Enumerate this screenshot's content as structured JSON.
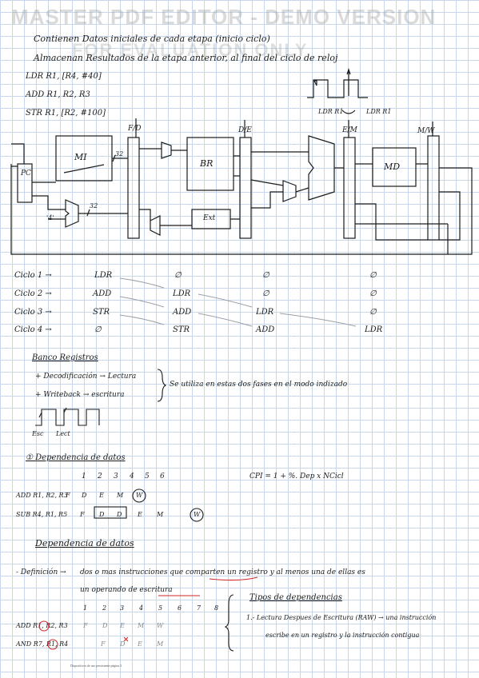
{
  "watermark": {
    "line1": "MASTER PDF EDITOR - DEMO VERSION",
    "line2": "FOR EVALUATION ONLY"
  },
  "header": {
    "line1": "Contienen Datos iniciales de cada etapa (inicio ciclo)",
    "line2": "Almacenan Resultados de la etapa anterior, al final del ciclo de reloj"
  },
  "code": [
    "LDR R1, [R4, #40]",
    "ADD R1, R2, R3",
    "STR R1, [R2, #100]"
  ],
  "clock": {
    "left": "LDR R1",
    "right": "LDR R1"
  },
  "pipeline": {
    "stages": [
      "F/D",
      "D/E",
      "E/M",
      "M/W"
    ],
    "blocks": [
      "MI",
      "BR",
      "MD",
      "Ext",
      "PC"
    ],
    "const4": "'4'",
    "width1": "32",
    "width2": "32"
  },
  "cycles": [
    {
      "label": "Ciclo 1 →",
      "cols": [
        "LDR",
        "∅",
        "∅",
        "∅"
      ]
    },
    {
      "label": "Ciclo 2 →",
      "cols": [
        "ADD",
        "LDR",
        "∅",
        "∅"
      ]
    },
    {
      "label": "Ciclo 3 →",
      "cols": [
        "STR",
        "ADD",
        "LDR",
        "∅"
      ]
    },
    {
      "label": "Ciclo 4 →",
      "cols": [
        "∅",
        "STR",
        "ADD",
        "LDR"
      ]
    }
  ],
  "banco": {
    "title": "Banco Registros",
    "item1": "+ Decodificación → Lectura",
    "item2": "+ Writeback → escritura",
    "note": "Se utiliza en estas dos fases en el modo indizado",
    "wave_left": "Esc",
    "wave_right": "Lect"
  },
  "dep1": {
    "title": "① Dependencia de datos",
    "nums": [
      "1",
      "2",
      "3",
      "4",
      "5",
      "6"
    ],
    "formula": "CPI = 1 + %. Dep x NCicl",
    "row1": {
      "instr": "ADD R1, R2, R3",
      "stages": [
        "F",
        "D",
        "E",
        "M",
        "W"
      ]
    },
    "row2": {
      "instr": "SUB R4, R1, R5",
      "stages": [
        "F",
        "D",
        "D",
        "E",
        "M",
        "W"
      ]
    }
  },
  "dep2": {
    "title": "Dependencia de datos",
    "definition_label": "- Definición →",
    "definition_text1": "dos o mas instrucciones que comparten un registro y al menos una de ellas es",
    "definition_text2": "un operando de escritura",
    "nums": [
      "1",
      "2",
      "3",
      "4",
      "5",
      "6",
      "7",
      "8"
    ],
    "row1": {
      "instr": "ADD R1, R2, R3",
      "stages": [
        "F",
        "D",
        "E",
        "M",
        "W"
      ]
    },
    "row2": {
      "instr": "AND R7, R1, R4",
      "stages": [
        "F",
        "D",
        "E",
        "M"
      ]
    },
    "tipos_title": "Tipos de dependencias",
    "tipo1a": "1.- Lectura Despues de Escritura (RAW) → una instrucción",
    "tipo1b": "escribe en un registro y la instrucción contigua"
  },
  "footer": "Dispositivos de uso persistente página 3"
}
